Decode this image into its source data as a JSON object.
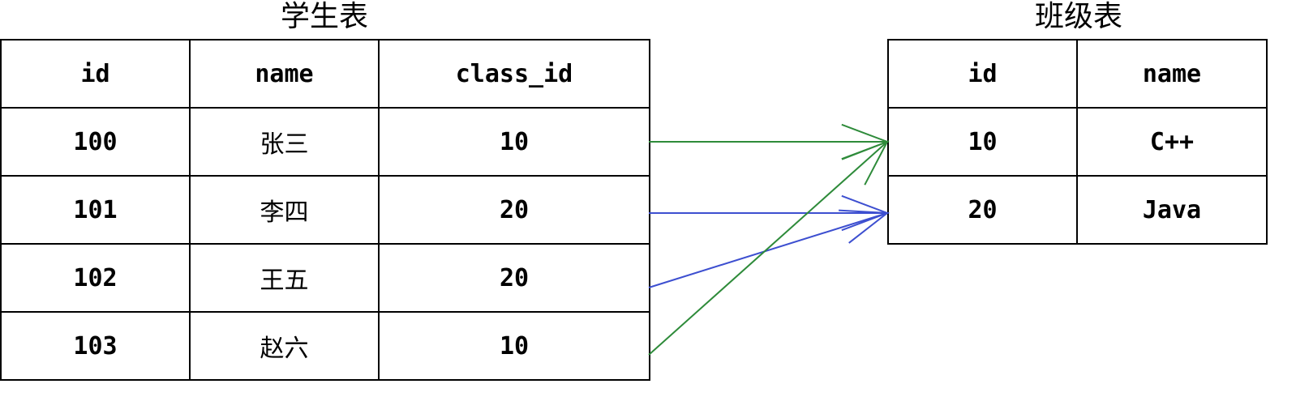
{
  "students": {
    "title": "学生表",
    "headers": [
      "id",
      "name",
      "class_id"
    ],
    "rows": [
      [
        "100",
        "张三",
        "10"
      ],
      [
        "101",
        "李四",
        "20"
      ],
      [
        "102",
        "王五",
        "20"
      ],
      [
        "103",
        "赵六",
        "10"
      ]
    ]
  },
  "classes": {
    "title": "班级表",
    "headers": [
      "id",
      "name"
    ],
    "rows": [
      [
        "10",
        "C++"
      ],
      [
        "20",
        "Java"
      ]
    ]
  },
  "links": [
    {
      "from_row": 0,
      "to_row": 0,
      "color": "#2e8b3a"
    },
    {
      "from_row": 1,
      "to_row": 1,
      "color": "#3d4fd0"
    },
    {
      "from_row": 2,
      "to_row": 1,
      "color": "#3d4fd0"
    },
    {
      "from_row": 3,
      "to_row": 0,
      "color": "#2e8b3a"
    }
  ]
}
